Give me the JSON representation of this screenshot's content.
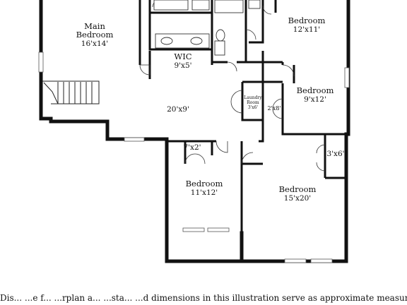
{
  "rooms": {
    "main_bedroom": {
      "name": "Main",
      "name2": "Bedroom",
      "dim": "16'x14'"
    },
    "wic": {
      "name": "WIC",
      "dim": "9'x5'"
    },
    "bedroom_ne": {
      "name": "Bedroom",
      "dim": "12'x11'"
    },
    "bedroom_e": {
      "name": "Bedroom",
      "dim": "9'x12'"
    },
    "laundry": {
      "name": "Laundry",
      "name2": "Room",
      "dim": "3'x6'"
    },
    "closet_e": {
      "dim": "2'x8'"
    },
    "hall": {
      "dim": "20'x9'"
    },
    "closet_s": {
      "dim": "7'x2'"
    },
    "bedroom_s": {
      "name": "Bedroom",
      "dim": "11'x12'"
    },
    "closet_se": {
      "dim": "3'x6'"
    },
    "bedroom_se": {
      "name": "Bedroom",
      "dim": "15'x20'"
    }
  },
  "disclaimer": "Dis... ...e f... ...rplan a... ...sta... ...d dimensions in this illustration serve as approximate measurements"
}
